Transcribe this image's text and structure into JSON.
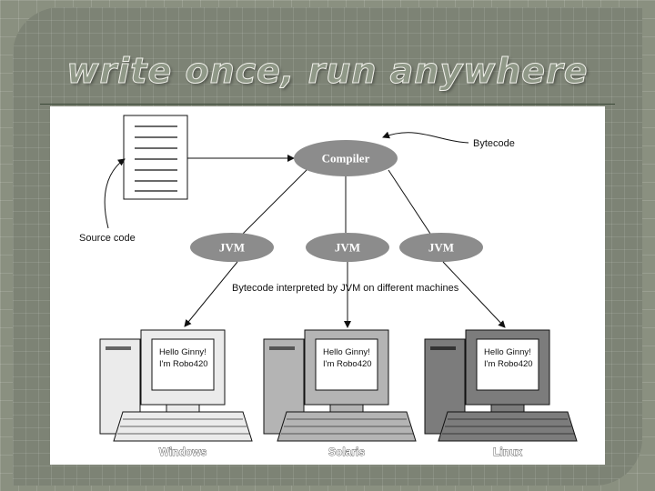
{
  "slide": {
    "title": "write once, run anywhere"
  },
  "diagram": {
    "source_code_label": "Source code",
    "bytecode_label": "Bytecode",
    "compiler_label": "Compiler",
    "jvm_labels": [
      "JVM",
      "JVM",
      "JVM"
    ],
    "interpreted_label": "Bytecode interpreted by JVM on different machines",
    "machines": [
      {
        "os": "Windows",
        "screen_line1": "Hello Ginny!",
        "screen_line2": "I'm Robo420",
        "tone": "#ebebeb"
      },
      {
        "os": "Solaris",
        "screen_line1": "Hello Ginny!",
        "screen_line2": "I'm Robo420",
        "tone": "#b4b4b4"
      },
      {
        "os": "Linux",
        "screen_line1": "Hello Ginny!",
        "screen_line2": "I'm Robo420",
        "tone": "#7c7c7c"
      }
    ]
  },
  "colors": {
    "node_fill": "#8c8c8c",
    "background": "#8a9080"
  }
}
